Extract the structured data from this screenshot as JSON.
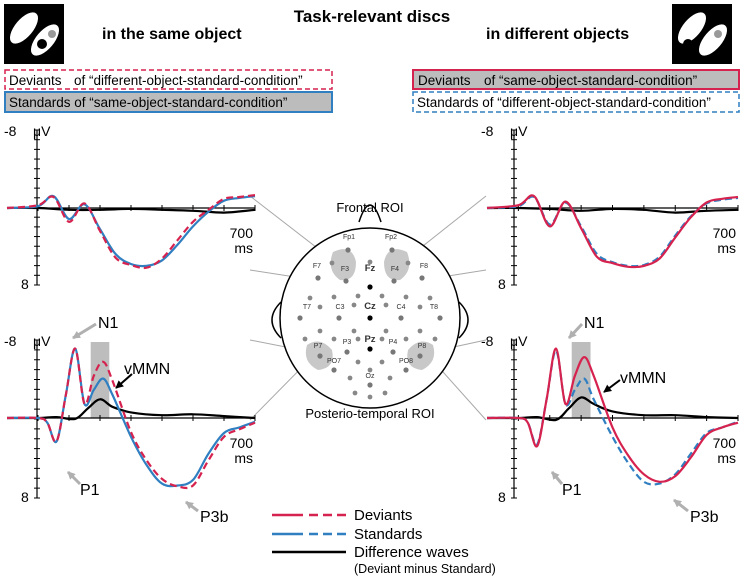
{
  "header": {
    "title": "Task-relevant discs",
    "left_subtitle": "in the same object",
    "right_subtitle": "in different objects"
  },
  "conditions": {
    "left": [
      {
        "prefix": "Deviants",
        "text": "of “different-object-standard-condition”"
      },
      {
        "prefix": "",
        "text": "Standards of “same-object-standard-condition”"
      }
    ],
    "right": [
      {
        "prefix": "Deviants",
        "text": "of “same-object-standard-condition”"
      },
      {
        "prefix": "",
        "text": "Standards of “different-object-standard-condition”"
      }
    ]
  },
  "axis": {
    "y_top_label": "-8",
    "y_unit": "μV",
    "y_bottom_label": "8",
    "x_end_label": "700",
    "x_unit": "ms"
  },
  "peaks": {
    "n1": "N1",
    "vmmn": "vMMN",
    "p1": "P1",
    "p3b": "P3b"
  },
  "head": {
    "frontal_roi": "Frontal ROI",
    "posterior_roi": "Posterio-temporal ROI",
    "electrodes": [
      {
        "label": "Fp1"
      },
      {
        "label": "Fp2"
      },
      {
        "label": "F7"
      },
      {
        "label": "F3"
      },
      {
        "label": "Fz"
      },
      {
        "label": "F4"
      },
      {
        "label": "F8"
      },
      {
        "label": "T7"
      },
      {
        "label": "C3"
      },
      {
        "label": "Cz"
      },
      {
        "label": "C4"
      },
      {
        "label": "T8"
      },
      {
        "label": "P7"
      },
      {
        "label": "P3"
      },
      {
        "label": "Pz"
      },
      {
        "label": "P4"
      },
      {
        "label": "P8"
      },
      {
        "label": "PO7"
      },
      {
        "label": "PO8"
      },
      {
        "label": "Oz"
      }
    ]
  },
  "legend": {
    "deviants": "Deviants",
    "standards": "Standards",
    "difference": "Difference waves",
    "difference_note": "(Deviant minus Standard)"
  },
  "colors": {
    "deviant": "#d6224e",
    "standard": "#2f7fc1",
    "difference": "#000000",
    "roi": "#c8c8c8",
    "window": "#bdbdbd"
  },
  "chart_data": [
    {
      "type": "line",
      "panel": "same-object frontal ROI",
      "x_unit": "ms",
      "xlim": [
        -100,
        700
      ],
      "ylim": [
        -8,
        8
      ],
      "y_inverted": true,
      "series": [
        {
          "name": "Deviants",
          "x": [
            -100,
            0,
            50,
            100,
            150,
            200,
            250,
            300,
            350,
            400,
            450,
            500,
            550,
            600,
            650,
            700
          ],
          "y": [
            0,
            -0.3,
            -1.2,
            1.5,
            -0.5,
            2.5,
            5.4,
            6.2,
            6.5,
            5.5,
            3.5,
            1.5,
            0.2,
            -1.0,
            -1.2,
            -1.4
          ]
        },
        {
          "name": "Standards",
          "x": [
            -100,
            0,
            50,
            100,
            150,
            200,
            250,
            300,
            350,
            400,
            450,
            500,
            550,
            600,
            650,
            700
          ],
          "y": [
            0,
            -0.2,
            -1.3,
            1.2,
            -0.4,
            2.3,
            5.0,
            6.1,
            6.3,
            5.7,
            4.0,
            2.0,
            0.4,
            -0.8,
            -1.1,
            -1.3
          ]
        },
        {
          "name": "Difference waves",
          "x": [
            -100,
            0,
            100,
            200,
            300,
            400,
            500,
            600,
            700
          ],
          "y": [
            0,
            0,
            0.2,
            0.2,
            0.1,
            0.2,
            0.3,
            0.5,
            0.2
          ]
        }
      ]
    },
    {
      "type": "line",
      "panel": "different-objects frontal ROI",
      "x_unit": "ms",
      "xlim": [
        -100,
        700
      ],
      "ylim": [
        -8,
        8
      ],
      "y_inverted": true,
      "series": [
        {
          "name": "Deviants",
          "x": [
            -100,
            0,
            50,
            100,
            150,
            200,
            250,
            300,
            350,
            400,
            450,
            500,
            550,
            600,
            650,
            700
          ],
          "y": [
            0,
            -0.3,
            -1.3,
            2.0,
            -0.7,
            2.2,
            5.3,
            6.0,
            6.4,
            6.3,
            5.5,
            3.2,
            1.0,
            -0.6,
            -1.0,
            -1.2
          ]
        },
        {
          "name": "Standards",
          "x": [
            -100,
            0,
            50,
            100,
            150,
            200,
            250,
            300,
            350,
            400,
            450,
            500,
            550,
            600,
            650,
            700
          ],
          "y": [
            0,
            -0.2,
            -1.2,
            1.8,
            -0.6,
            2.0,
            5.0,
            5.9,
            6.3,
            6.2,
            5.3,
            3.0,
            0.9,
            -0.5,
            -0.9,
            -1.1
          ]
        },
        {
          "name": "Difference waves",
          "x": [
            -100,
            0,
            100,
            200,
            300,
            400,
            500,
            600,
            700
          ],
          "y": [
            0,
            0,
            0.1,
            0.3,
            0.1,
            0.2,
            0.5,
            0.3,
            0.2
          ]
        }
      ]
    },
    {
      "type": "line",
      "panel": "same-object posterio-temporal ROI",
      "x_unit": "ms",
      "xlim": [
        -100,
        700
      ],
      "ylim": [
        -8,
        8
      ],
      "y_inverted": true,
      "series": [
        {
          "name": "Deviants",
          "x": [
            -100,
            0,
            30,
            60,
            90,
            120,
            150,
            180,
            210,
            240,
            300,
            350,
            400,
            450,
            500,
            550,
            600,
            650,
            700
          ],
          "y": [
            0,
            0,
            0.5,
            2.5,
            -2.5,
            -7.4,
            -1.5,
            -4.5,
            -6.0,
            -4.0,
            1.5,
            4.5,
            6.5,
            7.3,
            7.2,
            4.5,
            2.0,
            1.2,
            0.5
          ]
        },
        {
          "name": "Standards",
          "x": [
            -100,
            0,
            30,
            60,
            90,
            120,
            150,
            180,
            210,
            240,
            300,
            350,
            400,
            450,
            500,
            550,
            600,
            650,
            700
          ],
          "y": [
            0,
            0,
            0.5,
            2.5,
            -2.5,
            -7.4,
            -1.5,
            -3.0,
            -4.2,
            -2.5,
            2.0,
            5.0,
            7.0,
            7.2,
            6.6,
            3.8,
            1.6,
            1.0,
            0.4
          ]
        },
        {
          "name": "Difference waves",
          "x": [
            -100,
            0,
            60,
            120,
            160,
            200,
            240,
            300,
            400,
            500,
            600,
            700
          ],
          "y": [
            0,
            0,
            -0.1,
            0.1,
            -1.0,
            -2.0,
            -1.2,
            -0.6,
            -0.3,
            -0.4,
            -0.2,
            0
          ]
        }
      ],
      "window_ms": [
        170,
        230
      ],
      "annotations": [
        "N1",
        "vMMN",
        "P1",
        "P3b"
      ]
    },
    {
      "type": "line",
      "panel": "different-objects posterio-temporal ROI",
      "x_unit": "ms",
      "xlim": [
        -100,
        700
      ],
      "ylim": [
        -8,
        8
      ],
      "y_inverted": true,
      "series": [
        {
          "name": "Deviants",
          "x": [
            -100,
            0,
            30,
            60,
            90,
            120,
            150,
            180,
            210,
            240,
            300,
            350,
            400,
            450,
            500,
            550,
            600,
            650,
            700
          ],
          "y": [
            0,
            0,
            0.5,
            3.0,
            -2.0,
            -7.4,
            -1.5,
            -4.5,
            -6.5,
            -4.5,
            1.0,
            4.0,
            6.0,
            6.8,
            6.2,
            4.2,
            1.8,
            1.0,
            0.5
          ]
        },
        {
          "name": "Standards",
          "x": [
            -100,
            0,
            30,
            60,
            90,
            120,
            150,
            180,
            210,
            240,
            300,
            350,
            400,
            450,
            500,
            550,
            600,
            650,
            700
          ],
          "y": [
            0,
            0,
            0.5,
            2.8,
            -2.0,
            -7.2,
            -1.5,
            -3.0,
            -4.2,
            -2.0,
            2.0,
            4.8,
            6.8,
            7.0,
            6.0,
            3.8,
            1.6,
            1.0,
            0.4
          ]
        },
        {
          "name": "Difference waves",
          "x": [
            -100,
            0,
            60,
            120,
            160,
            200,
            240,
            300,
            400,
            500,
            600,
            700
          ],
          "y": [
            0,
            0,
            -0.1,
            0.2,
            -1.0,
            -2.2,
            -1.5,
            -0.7,
            -0.3,
            -0.3,
            -0.1,
            0
          ]
        }
      ],
      "window_ms": [
        170,
        230
      ],
      "annotations": [
        "N1",
        "vMMN",
        "P1",
        "P3b"
      ]
    }
  ]
}
